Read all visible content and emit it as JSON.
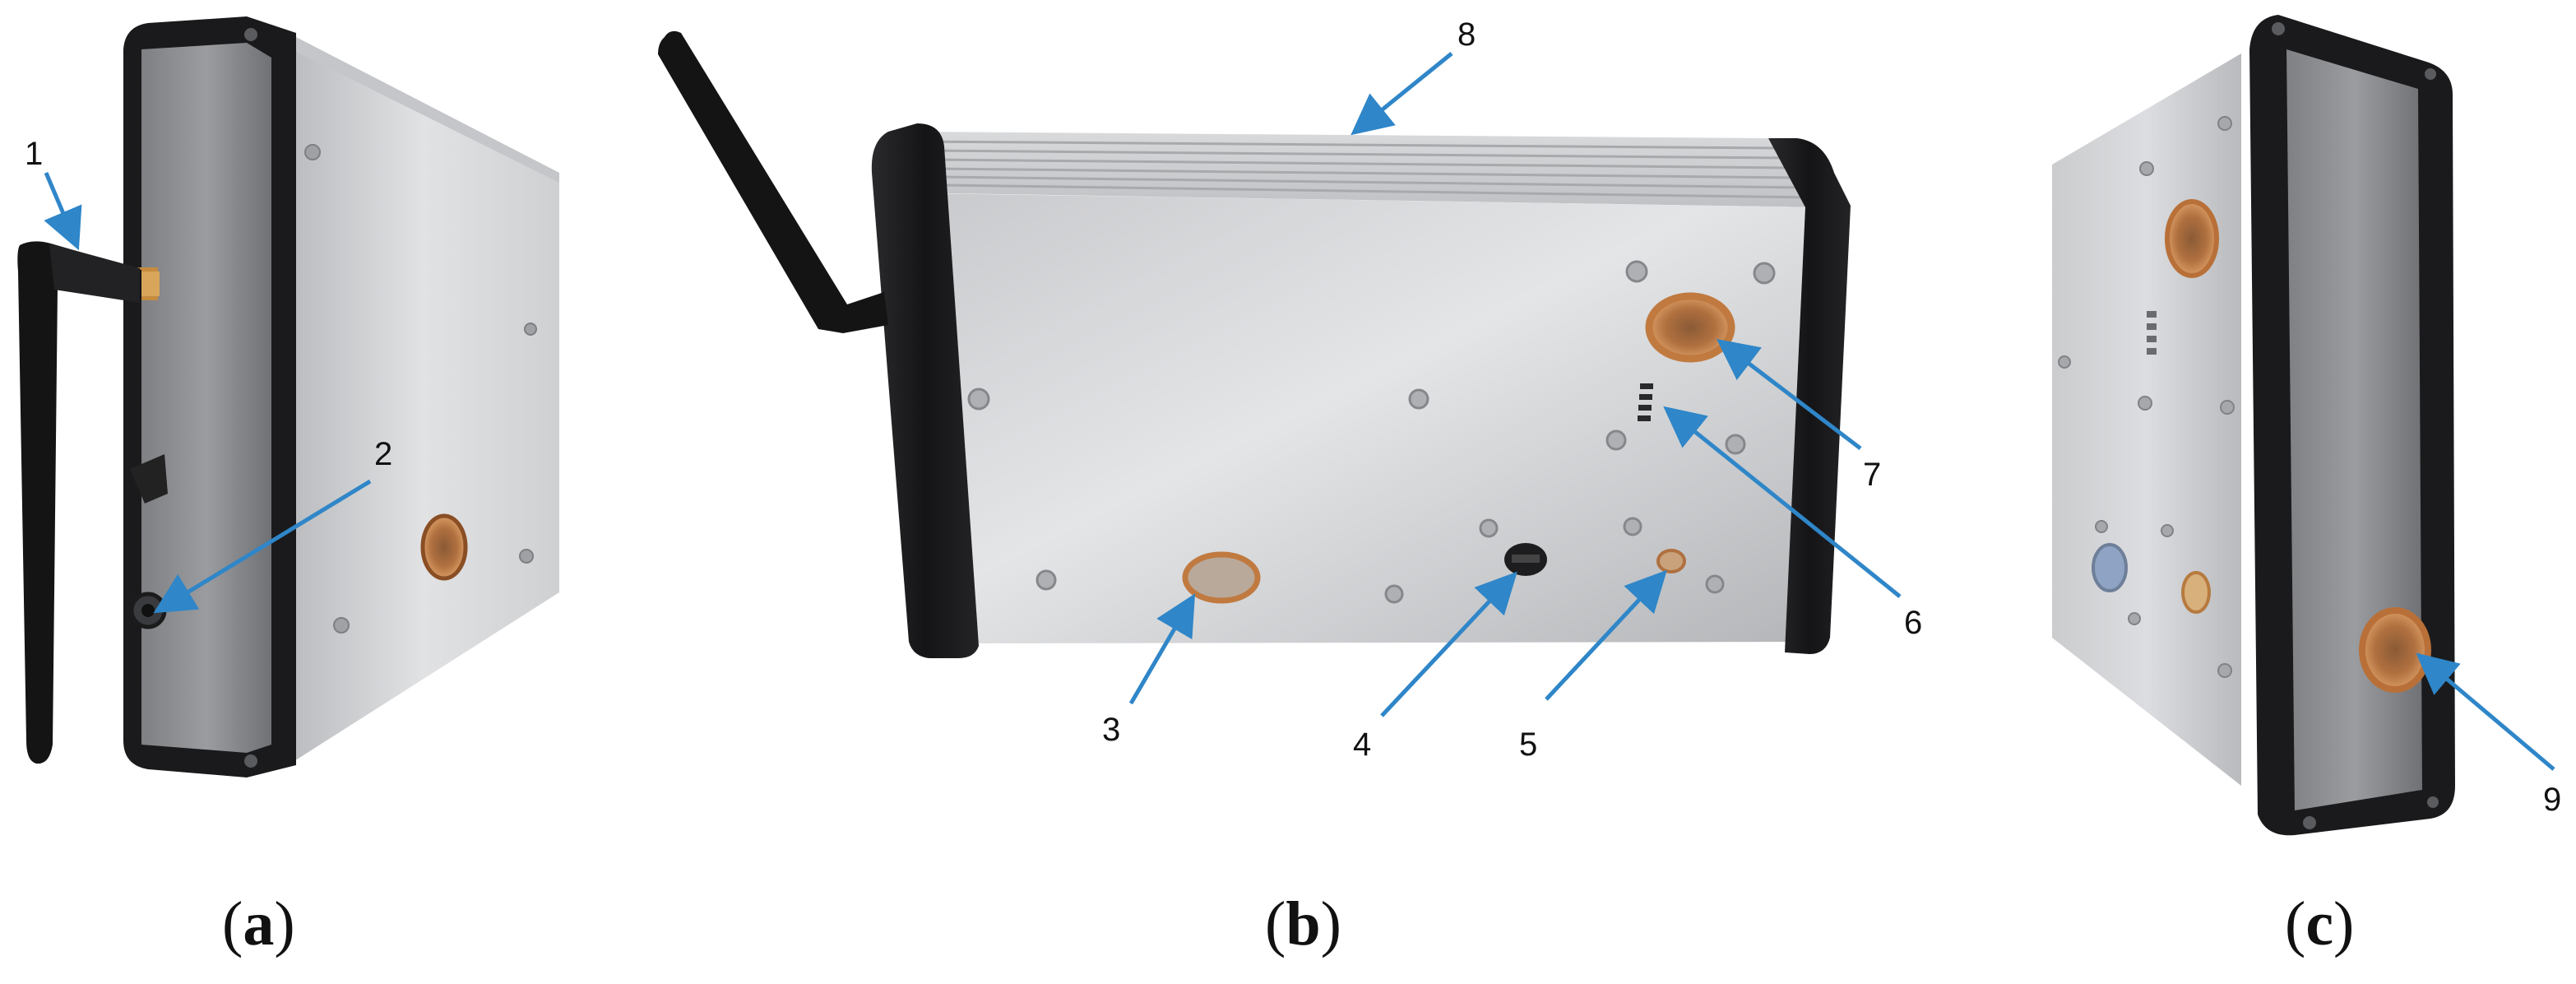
{
  "figure": {
    "panels": [
      {
        "id": "a",
        "caption_open": "(",
        "caption_letter": "a",
        "caption_close": ")"
      },
      {
        "id": "b",
        "caption_open": "(",
        "caption_letter": "b",
        "caption_close": ")"
      },
      {
        "id": "c",
        "caption_open": "(",
        "caption_letter": "c",
        "caption_close": ")"
      }
    ],
    "callouts": [
      "1",
      "2",
      "3",
      "4",
      "5",
      "6",
      "7",
      "8",
      "9"
    ],
    "colors": {
      "arrow": "#2f86c8",
      "aluminum_light": "#d6d7d9",
      "aluminum_dark": "#a9abae",
      "end_cap": "#1c1c1e",
      "copper": "#c0743a",
      "antenna": "#151515",
      "background": "#ffffff"
    }
  }
}
